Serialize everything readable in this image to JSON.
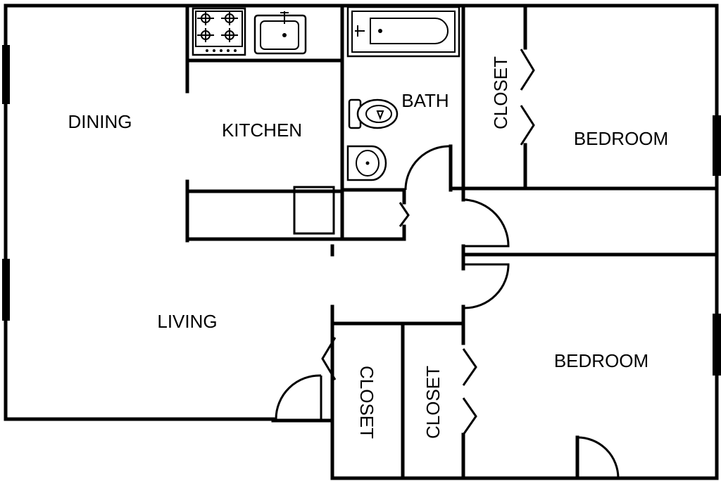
{
  "rooms": {
    "dining": "DINING",
    "kitchen": "KITCHEN",
    "bath": "BATH",
    "bedroom_1": "BEDROOM",
    "bedroom_2": "BEDROOM",
    "living": "LIVING",
    "closet_upper": "CLOSET",
    "closet_lower_left": "CLOSET",
    "closet_lower_right": "CLOSET"
  },
  "colors": {
    "line": "#000000",
    "background": "#ffffff"
  }
}
